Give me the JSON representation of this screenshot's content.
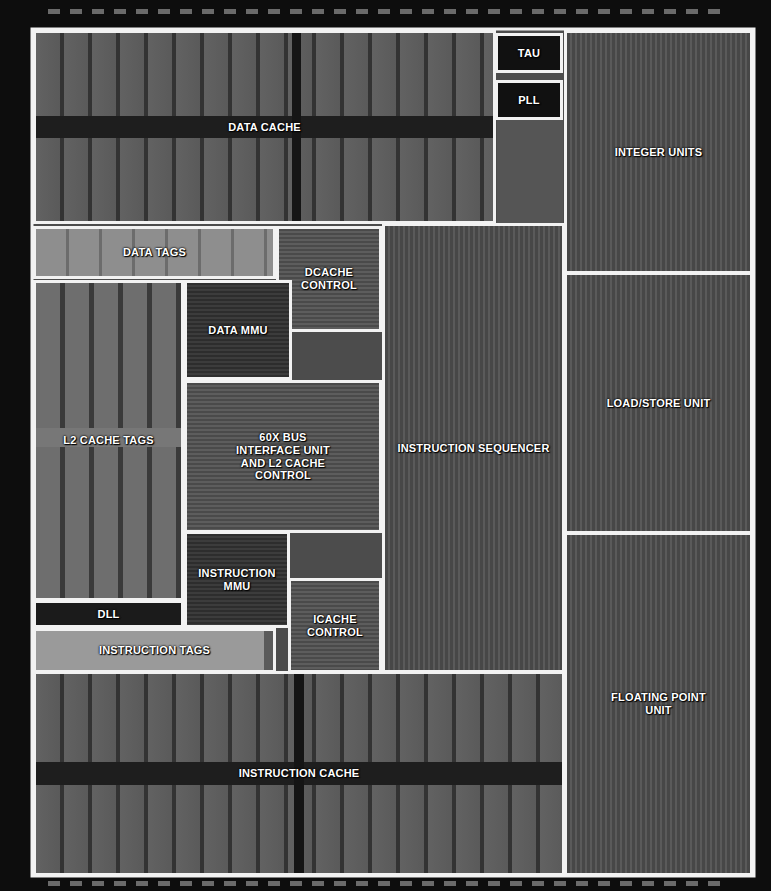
{
  "diagram": {
    "nodes": [
      {
        "text": [
          "DATA CACHE"
        ]
      },
      {
        "text": [
          "TAU"
        ]
      },
      {
        "text": [
          "PLL"
        ]
      },
      {
        "text": [
          "INTEGER UNITS"
        ]
      },
      {
        "text": [
          "DATA TAGS"
        ]
      },
      {
        "text": [
          "DCACHE CONTROL"
        ]
      },
      {
        "text": [
          "DATA MMU"
        ]
      },
      {
        "text": [
          "L2 CACHE TAGS"
        ]
      },
      {
        "text": [
          "60X BUS INTERFACE UNIT AND L2 CACHE CONTROL"
        ]
      },
      {
        "text": [
          "INSTRUCTION SEQUENCER"
        ]
      },
      {
        "text": [
          "LOAD/STORE UNIT"
        ]
      },
      {
        "text": [
          "DLL"
        ]
      },
      {
        "text": [
          "INSTRUCTION MMU"
        ]
      },
      {
        "text": [
          "ICACHE CONTROL"
        ]
      },
      {
        "text": [
          "INSTRUCTION TAGS"
        ]
      },
      {
        "text": [
          "INSTRUCTION CACHE"
        ]
      },
      {
        "text": [
          "FLOATING POINT UNIT"
        ]
      }
    ]
  }
}
